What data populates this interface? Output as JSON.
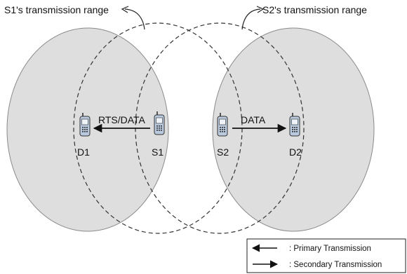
{
  "range_labels": {
    "s1": "S1's transmission range",
    "s2": "S2's transmission range"
  },
  "nodes": [
    {
      "id": "D1",
      "label": "D1",
      "icon": "mobile-phone-icon"
    },
    {
      "id": "S1",
      "label": "S1",
      "icon": "mobile-phone-icon"
    },
    {
      "id": "S2",
      "label": "S2",
      "icon": "mobile-phone-icon"
    },
    {
      "id": "D2",
      "label": "D2",
      "icon": "mobile-phone-icon"
    }
  ],
  "links": [
    {
      "from": "S1",
      "to": "D1",
      "label": "RTS/DATA",
      "kind": "primary"
    },
    {
      "from": "S2",
      "to": "D2",
      "label": "DATA",
      "kind": "secondary"
    }
  ],
  "legend": {
    "primary": ": Primary Transmission",
    "secondary": ": Secondary Transmission"
  },
  "colors": {
    "range_fill": "#dedede",
    "range_stroke": "#8a8a8a",
    "dashed_stroke": "#333333",
    "phone_body": "#b9c9de"
  }
}
